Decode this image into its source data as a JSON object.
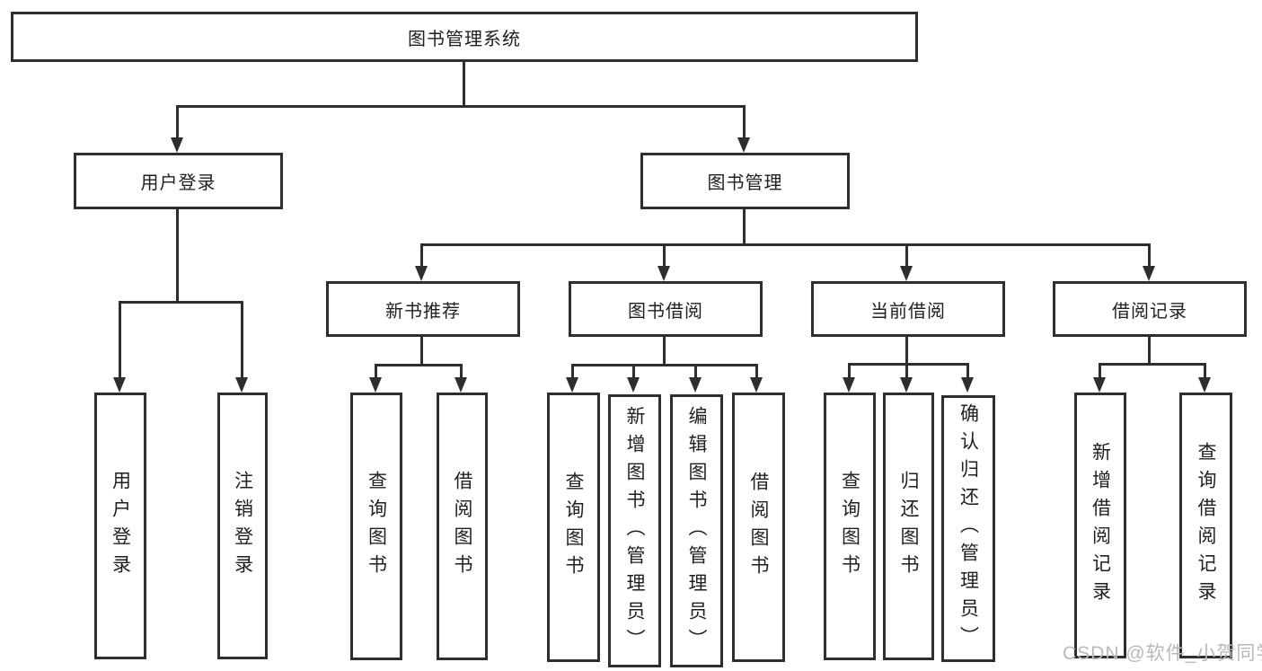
{
  "diagram": {
    "title": "图书管理系统",
    "watermark": "CSDN @软件_小贺同学",
    "colors": {
      "line": "#2e2e2e",
      "text": "#1f1f1f",
      "background": "#ffffff",
      "watermark": "#b9b9b9"
    },
    "nodes": {
      "root": {
        "label": "图书管理系统"
      },
      "user_login": {
        "label": "用户登录"
      },
      "book_mgmt": {
        "label": "图书管理"
      },
      "new_book_rec": {
        "label": "新书推荐"
      },
      "book_borrow": {
        "label": "图书借阅"
      },
      "current_borrow": {
        "label": "当前借阅"
      },
      "borrow_record": {
        "label": "借阅记录"
      },
      "login": {
        "label": "用户登录"
      },
      "logout": {
        "label": "注销登录"
      },
      "rec_query_book": {
        "label": "查询图书"
      },
      "rec_borrow_book": {
        "label": "借阅图书"
      },
      "bb_query_book": {
        "label": "查询图书"
      },
      "bb_add_book": {
        "label": "新增图书（管理员）"
      },
      "bb_edit_book": {
        "label": "编辑图书（管理员）"
      },
      "bb_borrow_book": {
        "label": "借阅图书"
      },
      "cb_query_book": {
        "label": "查询图书"
      },
      "cb_return_book": {
        "label": "归还图书"
      },
      "cb_confirm_return": {
        "label": "确认归还（管理员）"
      },
      "br_add_record": {
        "label": "新增借阅记录"
      },
      "br_query_record": {
        "label": "查询借阅记录"
      }
    },
    "hierarchy": {
      "图书管理系统": {
        "用户登录": [
          "用户登录",
          "注销登录"
        ],
        "图书管理": {
          "新书推荐": [
            "查询图书",
            "借阅图书"
          ],
          "图书借阅": [
            "查询图书",
            "新增图书（管理员）",
            "编辑图书（管理员）",
            "借阅图书"
          ],
          "当前借阅": [
            "查询图书",
            "归还图书",
            "确认归还（管理员）"
          ],
          "借阅记录": [
            "新增借阅记录",
            "查询借阅记录"
          ]
        }
      }
    }
  }
}
